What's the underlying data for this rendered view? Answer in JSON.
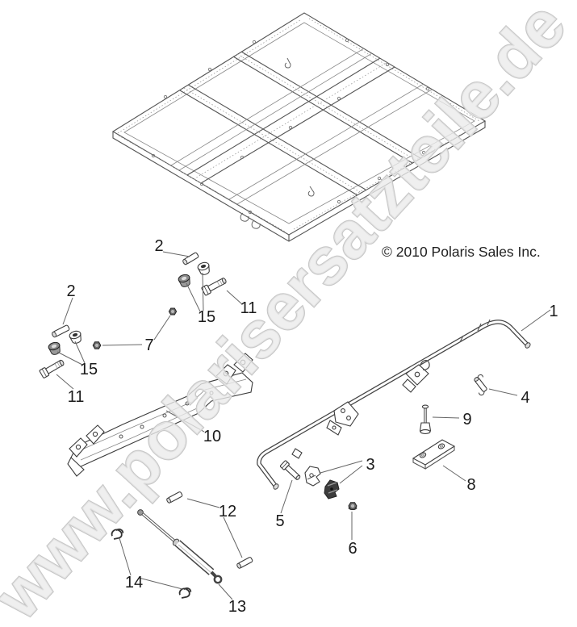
{
  "watermark": {
    "text": "www.polarisersatzteile.de",
    "stroke_color": "#c7c7c7",
    "fill_color": "#ebebeb"
  },
  "copyright": {
    "text": "© 2010 Polaris Sales Inc."
  },
  "colors": {
    "line_art": "#555555",
    "callout_text": "#1a1a1a",
    "background": "#ffffff"
  },
  "callouts": {
    "1": "1",
    "2": "2",
    "3": "3",
    "4": "4",
    "5": "5",
    "6": "6",
    "7": "7",
    "8": "8",
    "9": "9",
    "10": "10",
    "11": "11",
    "12": "12",
    "13": "13",
    "14": "14",
    "15": "15"
  }
}
